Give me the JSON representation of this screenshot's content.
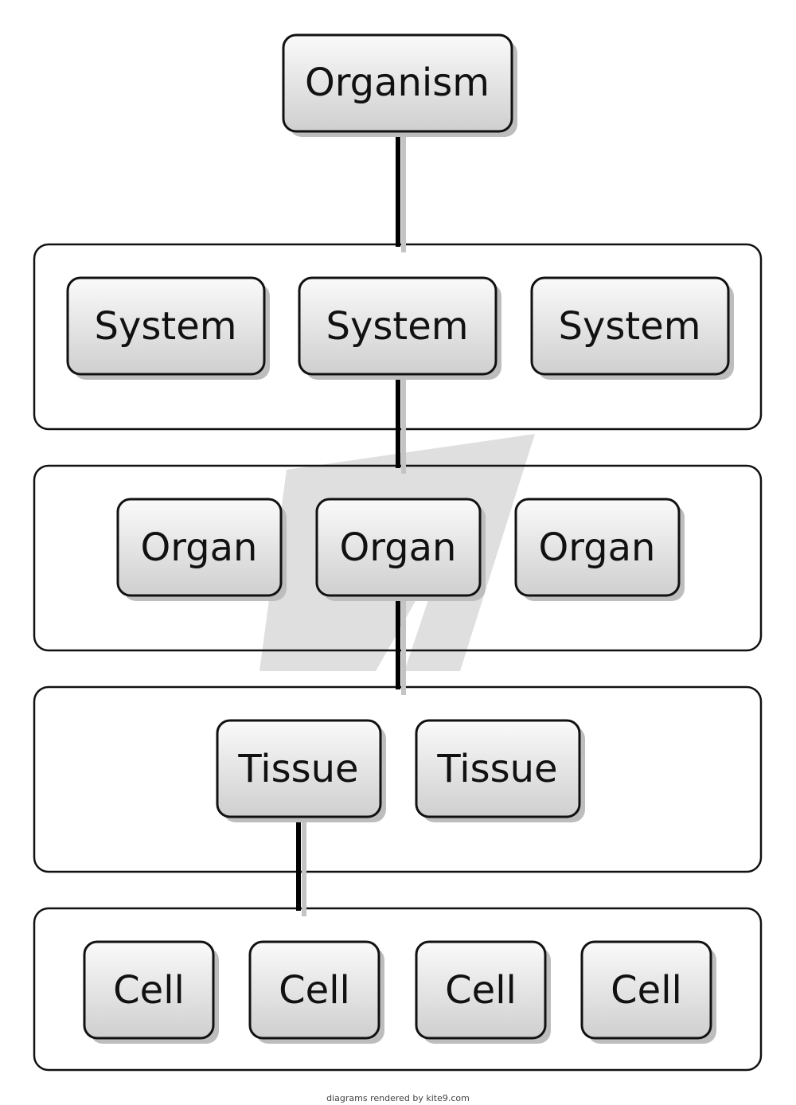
{
  "nodes": {
    "organism": "Organism",
    "system_1": "System",
    "system_2": "System",
    "system_3": "System",
    "organ_1": "Organ",
    "organ_2": "Organ",
    "organ_3": "Organ",
    "tissue_1": "Tissue",
    "tissue_2": "Tissue",
    "cell_1": "Cell",
    "cell_2": "Cell",
    "cell_3": "Cell",
    "cell_4": "Cell"
  },
  "footer": "diagrams rendered by kite9.com"
}
